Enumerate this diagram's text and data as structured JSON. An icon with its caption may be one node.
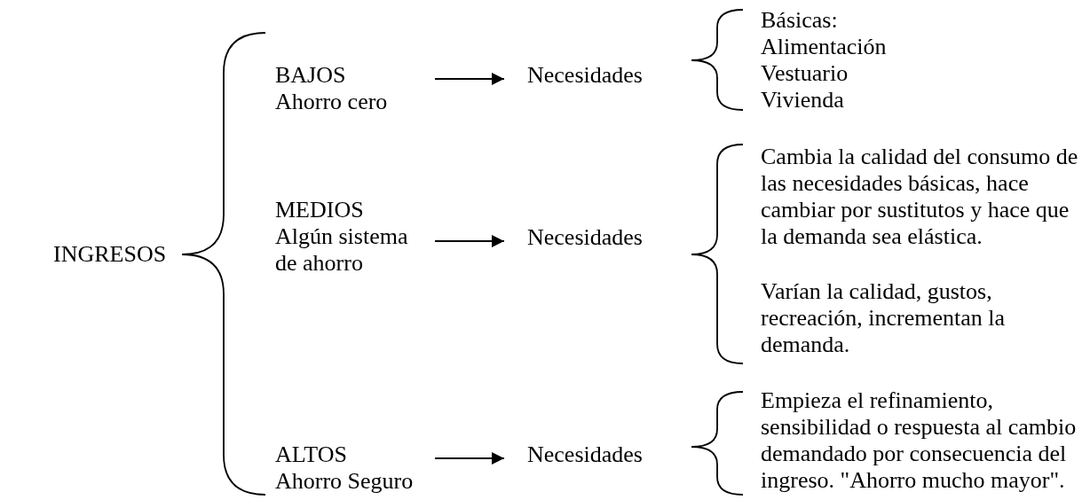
{
  "diagram": {
    "nodes": [
      {
        "text": [
          "INGRESOS"
        ]
      },
      {
        "text": [
          "BAJOS",
          "Ahorro cero"
        ]
      },
      {
        "text": [
          "Necesidades"
        ]
      },
      {
        "text": [
          "Básicas:",
          "Alimentación",
          "Vestuario",
          "Vivienda"
        ]
      },
      {
        "text": [
          "MEDIOS",
          "Algún sistema de ahorro"
        ]
      },
      {
        "text": [
          "Necesidades"
        ]
      },
      {
        "text": [
          "Cambia la calidad del consumo de las necesidades básicas, hace cambiar por sustitutos y hace que la demanda sea elástica.",
          "Varían la calidad, gustos, recreación, incrementan la demanda."
        ]
      },
      {
        "text": [
          "ALTOS",
          "Ahorro Seguro"
        ]
      },
      {
        "text": [
          "Necesidades"
        ]
      },
      {
        "text": [
          "Empieza el refinamiento, sensibilidad o respuesta al cambio demandado por consecuencia del ingreso. \"Ahorro mucho mayor\"."
        ]
      }
    ],
    "edges": [
      {
        "from": 1,
        "to": 2,
        "arrow": "to"
      },
      {
        "from": 4,
        "to": 5,
        "arrow": "to"
      },
      {
        "from": 7,
        "to": 8,
        "arrow": "to"
      }
    ]
  }
}
